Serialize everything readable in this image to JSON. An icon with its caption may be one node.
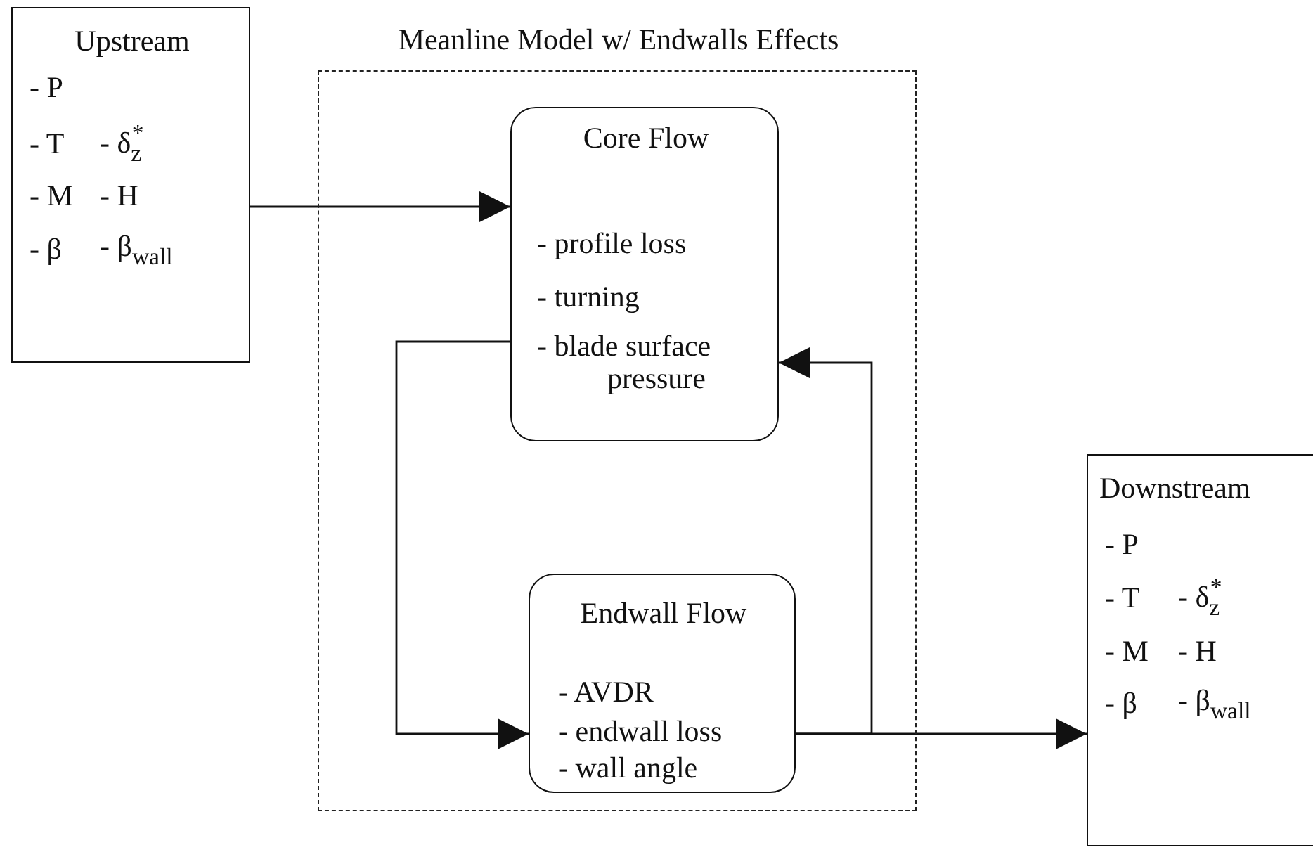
{
  "diagram": {
    "nodes": [
      {
        "text": [
          "Meanline Model w/ Endwalls Effects"
        ]
      },
      {
        "text": [
          "Upstream",
          "- P",
          "- T",
          "- δ$_{z}$$^{*}$",
          "- M",
          "- H",
          "- β",
          "- β$_{wall}$"
        ]
      },
      {
        "text": [
          "Core Flow",
          "- profile loss",
          "- turning",
          "- blade surface pressure"
        ],
        "in": 0
      },
      {
        "text": [
          "Endwall Flow",
          "- AVDR",
          "- endwall loss",
          "- wall angle"
        ],
        "in": 0
      },
      {
        "text": [
          "Downstream",
          "- P",
          "- T",
          "- δ$_{z}$$^{*}$",
          "- M",
          "- H",
          "- β",
          "- β$_{wall}$"
        ]
      }
    ],
    "edges": [
      {
        "from": 1,
        "to": 2,
        "arrow": "to"
      },
      {
        "from": 2,
        "to": 3,
        "arrow": "to"
      },
      {
        "from": 3,
        "to": 2,
        "arrow": "to"
      },
      {
        "from": 3,
        "to": 4,
        "arrow": "to"
      }
    ]
  }
}
